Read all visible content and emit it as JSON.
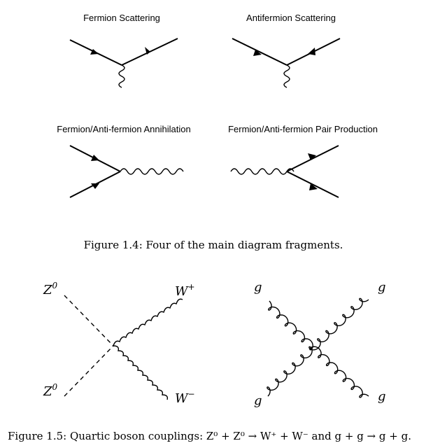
{
  "figure_1_4": {
    "panels": [
      {
        "title": "Fermion Scattering"
      },
      {
        "title": "Antifermion Scattering"
      },
      {
        "title": "Fermion/Anti-fermion Annihilation"
      },
      {
        "title": "Fermion/Anti-fermion Pair Production"
      }
    ],
    "caption": "Figure 1.4: Four of the main diagram fragments."
  },
  "figure_1_5": {
    "left_labels": {
      "tl_base": "Z",
      "tl_sup": "0",
      "bl_base": "Z",
      "bl_sup": "0",
      "tr_base": "W",
      "tr_sup": "+",
      "br_base": "W",
      "br_sup": "−"
    },
    "right_labels": {
      "tl": "g",
      "tr": "g",
      "bl": "g",
      "br": "g"
    },
    "caption": "Figure 1.5: Quartic boson couplings: Z⁰ + Z⁰ → W⁺ + W⁻ and g + g → g + g."
  }
}
